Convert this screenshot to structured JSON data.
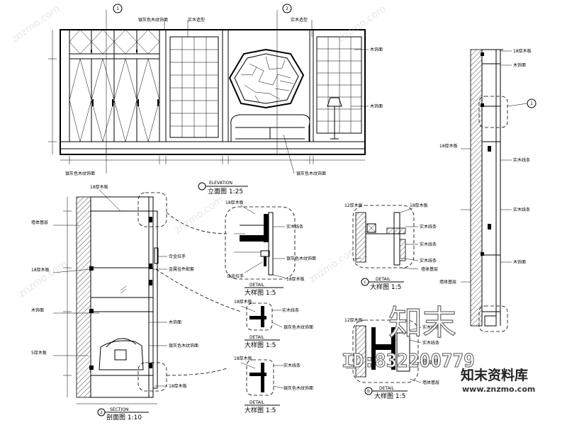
{
  "drawing": {
    "elevation": {
      "caption": "立面图 1:25",
      "caption_top": "ELEVATION",
      "callouts": [
        "1",
        "2"
      ],
      "top_labels": [
        "银灰色木纹饰面",
        "实木造型",
        "实木造型"
      ],
      "right_labels": [
        "木饰面",
        "木饰面"
      ],
      "bottom_labels": [
        "银灰色木纹饰面",
        "银灰色木纹饰面"
      ]
    },
    "section_left": {
      "caption": "剖面图 1:10",
      "caption_top": "SECTION",
      "marker": "1",
      "left_labels": [
        "墙体基层",
        "18厚木板",
        "木饰面",
        "5厚木板"
      ],
      "right_labels": [
        "18厚木板",
        "合金拉手",
        "金属挂件配套",
        "木饰面",
        "银灰色木纹饰面",
        "18厚木板"
      ]
    },
    "detail_a": {
      "caption": "大样图 1:5",
      "caption_top": "DETAIL",
      "labels": [
        "18厚木板",
        "实木线条",
        "银灰色木纹饰面",
        "18厚木板",
        "合金拉手"
      ]
    },
    "detail_b": {
      "caption": "大样图 1:5",
      "caption_top": "DETAIL",
      "labels": [
        "18厚木板",
        "实木线条",
        "银灰色木纹饰面"
      ]
    },
    "detail_c": {
      "caption": "大样图 1:5",
      "caption_top": "DETAIL",
      "labels": [
        "18厚木板",
        "实木线条",
        "银灰色木纹饰面"
      ]
    },
    "detail_d": {
      "caption": "大样图 1:5",
      "caption_top": "DETAIL",
      "marker": "c",
      "labels": [
        "12厚木板",
        "18厚木板",
        "实木线条",
        "实木线条",
        "实木线条",
        "墙体基层"
      ]
    },
    "detail_e": {
      "caption": "大样图 1:5",
      "caption_top": "DETAIL",
      "marker": "b",
      "labels": [
        "12厚木板",
        "实木线条",
        "实木线条",
        "18厚木板",
        "墙体基层"
      ]
    },
    "section_right": {
      "callout": "1",
      "labels": [
        "18厚木板",
        "木饰面",
        "18厚木板",
        "实木线条",
        "实木线条",
        "木饰面",
        "墙体基层"
      ]
    }
  },
  "watermark": {
    "brand_cn": "知末",
    "id_text": "ID:832200779",
    "site_cn": "知末资料库",
    "url": "www.znzmo.com",
    "diag": "znzmo.com"
  }
}
